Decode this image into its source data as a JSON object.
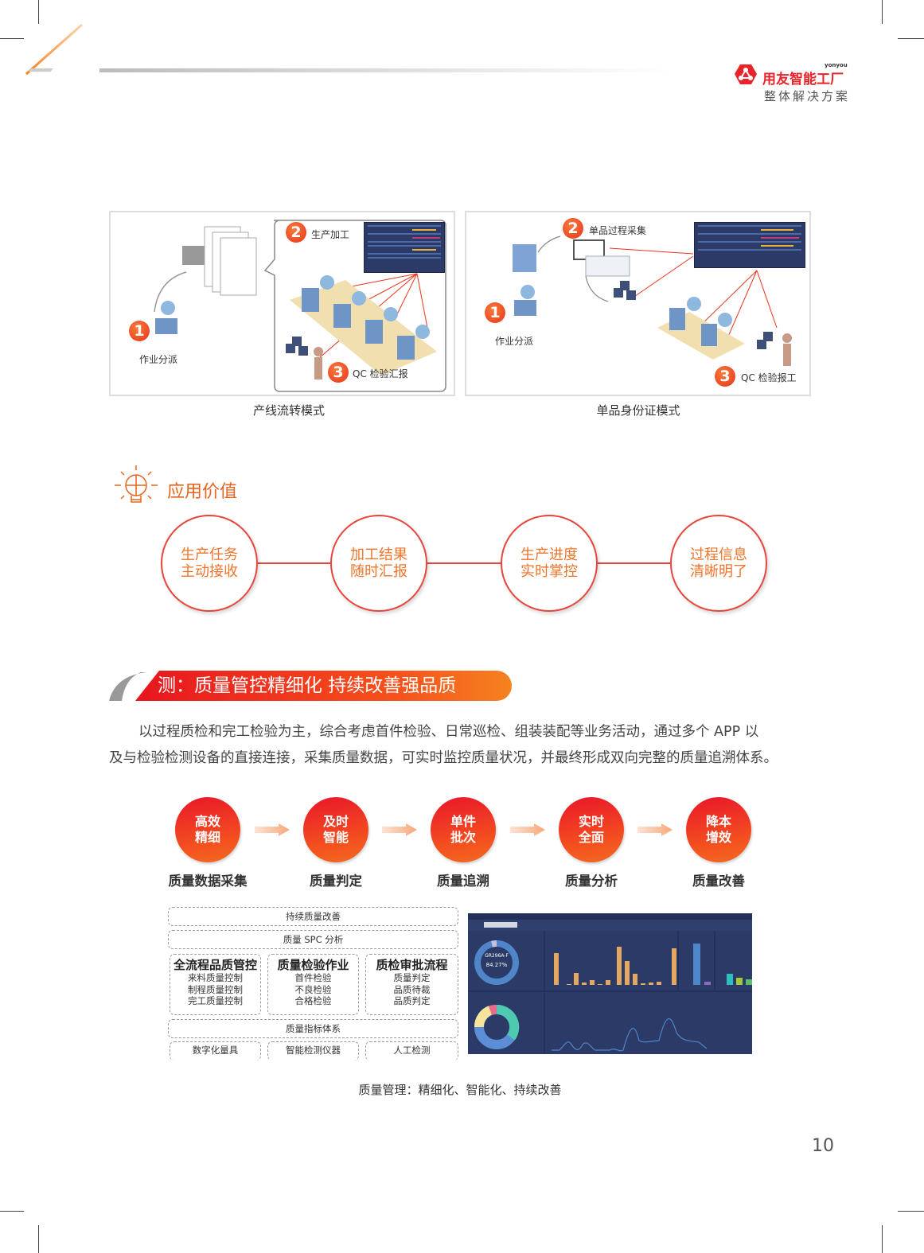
{
  "header": {
    "brand_name": "用友智能工厂",
    "brand_en": "yonyou",
    "subtitle": "整体解决方案"
  },
  "modes": [
    {
      "caption": "产线流转模式",
      "steps": [
        {
          "num": "1",
          "label": "作业分派"
        },
        {
          "num": "2",
          "label": "生产加工"
        },
        {
          "num": "3",
          "label": "QC 检验汇报"
        }
      ]
    },
    {
      "caption": "单品身份证模式",
      "steps": [
        {
          "num": "1",
          "label": "作业分派"
        },
        {
          "num": "2",
          "label": "单品过程采集"
        },
        {
          "num": "3",
          "label": "QC 检验报工"
        }
      ]
    }
  ],
  "value_section": {
    "title": "应用价值",
    "items": [
      {
        "line1": "生产任务",
        "line2": "主动接收"
      },
      {
        "line1": "加工结果",
        "line2": "随时汇报"
      },
      {
        "line1": "生产进度",
        "line2": "实时掌控"
      },
      {
        "line1": "过程信息",
        "line2": "清晰明了"
      }
    ]
  },
  "section": {
    "banner": "测：质量管控精细化 持续改善强品质",
    "paragraph_line1": "以过程质检和完工检验为主，综合考虑首件检验、日常巡检、组装装配等业务活动，通过多个 APP 以",
    "paragraph_line2": "及与检验检测设备的直接连接，采集质量数据，可实时监控质量状况，并最终形成双向完整的质量追溯体系。"
  },
  "flow": [
    {
      "line1": "高效",
      "line2": "精细",
      "label": "质量数据采集"
    },
    {
      "line1": "及时",
      "line2": "智能",
      "label": "质量判定"
    },
    {
      "line1": "单件",
      "line2": "批次",
      "label": "质量追溯"
    },
    {
      "line1": "实时",
      "line2": "全面",
      "label": "质量分析"
    },
    {
      "line1": "降本",
      "line2": "增效",
      "label": "质量改善"
    }
  ],
  "architecture": {
    "row1": "持续质量改善",
    "row2": "质量 SPC 分析",
    "columns": [
      {
        "title": "全流程品质管控",
        "items": [
          "来料质量控制",
          "制程质量控制",
          "完工质量控制"
        ]
      },
      {
        "title": "质量检验作业",
        "items": [
          "首件检验",
          "不良检验",
          "合格检验"
        ]
      },
      {
        "title": "质检审批流程",
        "items": [
          "质量判定",
          "品质待裁",
          "品质判定"
        ]
      }
    ],
    "row4": "质量指标体系",
    "bottom": [
      "数字化量具",
      "智能检测仪器",
      "人工检测"
    ]
  },
  "dashboard": {
    "donut_label": "GR296A-F",
    "donut_value": "84.27%"
  },
  "caption": "质量管理：精细化、智能化、持续改善",
  "page_number": "10",
  "colors": {
    "accent_red": "#e8151f",
    "accent_orange": "#f58220",
    "dashboard_bg": "#2b3a66"
  }
}
